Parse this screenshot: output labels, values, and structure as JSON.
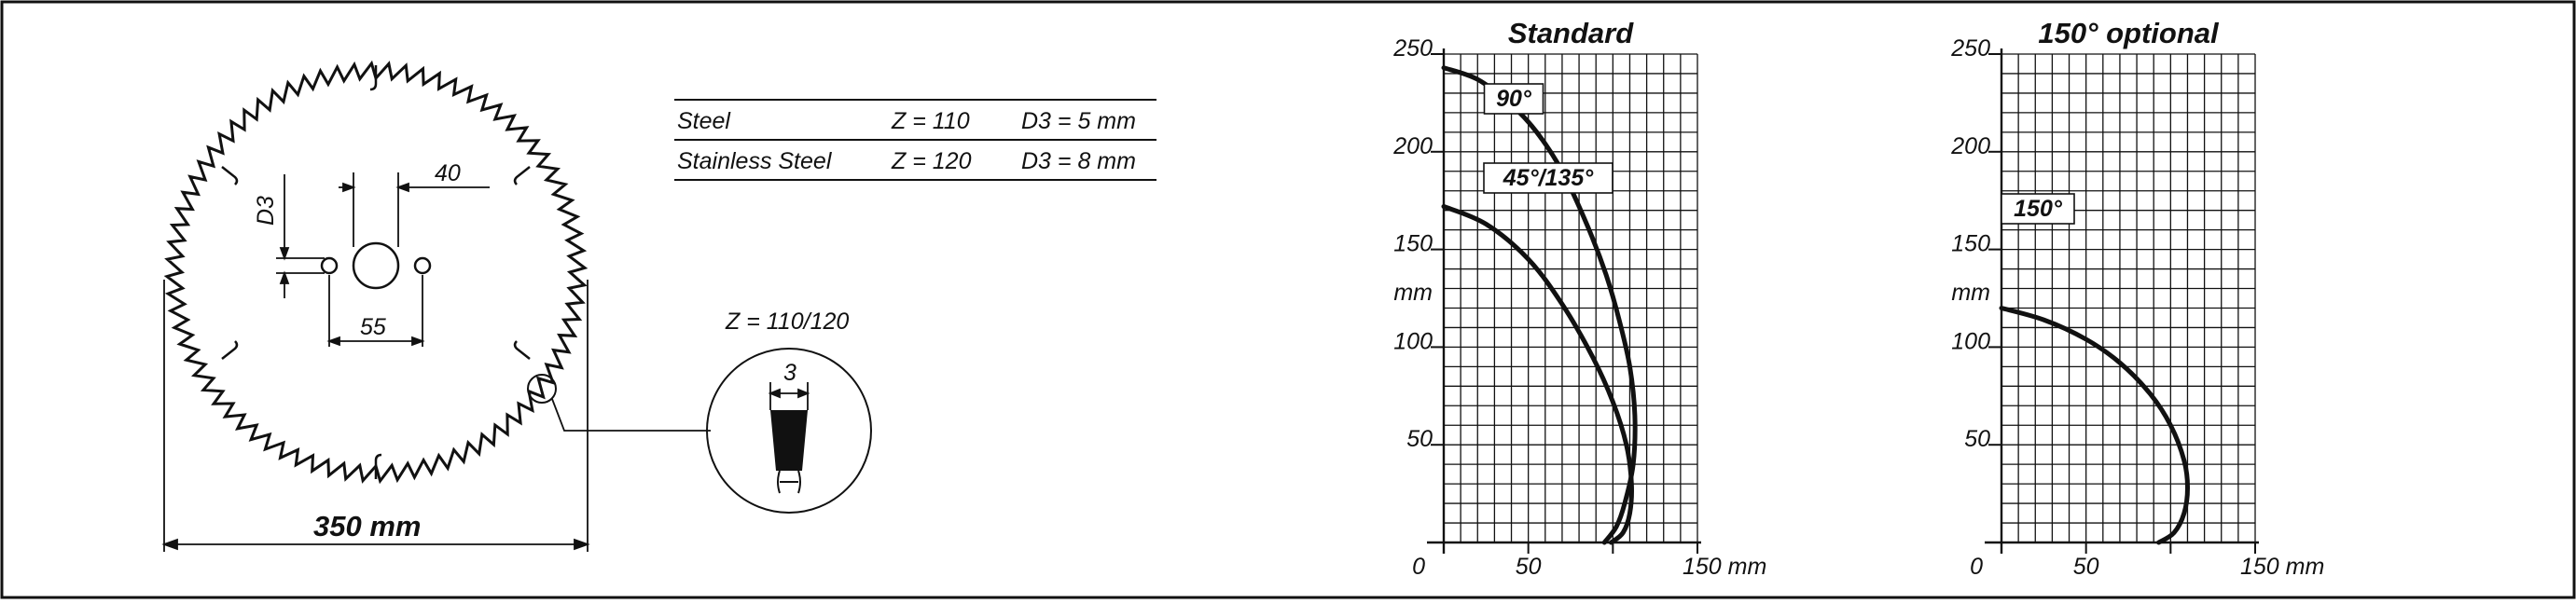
{
  "diameter_label": "350 mm",
  "bore_dimensions": {
    "height_label": "D3",
    "offset_label": "40",
    "pin_spacing_label": "55"
  },
  "tooth_detail": {
    "teeth_label": "Z = 110/120",
    "width_label": "3"
  },
  "material_table": {
    "rows": [
      {
        "material": "Steel",
        "teeth": "Z = 110",
        "d3": "D3 = 5 mm"
      },
      {
        "material": "Stainless Steel",
        "teeth": "Z = 120",
        "d3": "D3 = 8 mm"
      }
    ]
  },
  "chart_data": [
    {
      "type": "line",
      "title": "Standard",
      "xlabel": "",
      "ylabel": "mm",
      "x_unit_label": "150 mm",
      "origin_label": "0",
      "xlim": [
        0,
        150
      ],
      "ylim": [
        0,
        250
      ],
      "x_ticks": [
        "50"
      ],
      "y_ticks": [
        "50",
        "100",
        "150",
        "200",
        "250"
      ],
      "grid": true,
      "series": [
        {
          "name": "90°",
          "x": [
            0,
            20,
            40,
            55,
            70,
            85,
            96,
            104,
            110,
            113,
            112,
            107,
            102,
            95
          ],
          "y": [
            243,
            237,
            224,
            210,
            190,
            162,
            137,
            113,
            90,
            65,
            40,
            20,
            8,
            0
          ]
        },
        {
          "name": "45°/135°",
          "x": [
            0,
            25,
            50,
            70,
            88,
            100,
            108,
            111,
            110,
            106,
            99
          ],
          "y": [
            172,
            163,
            145,
            122,
            95,
            72,
            50,
            30,
            15,
            5,
            0
          ]
        }
      ]
    },
    {
      "type": "line",
      "title": "150° optional",
      "xlabel": "",
      "ylabel": "mm",
      "x_unit_label": "150 mm",
      "origin_label": "0",
      "xlim": [
        0,
        150
      ],
      "ylim": [
        0,
        250
      ],
      "x_ticks": [
        "50"
      ],
      "y_ticks": [
        "50",
        "100",
        "150",
        "200",
        "250"
      ],
      "grid": true,
      "series": [
        {
          "name": "150°",
          "x": [
            0,
            25,
            50,
            70,
            88,
            100,
            108,
            110,
            108,
            102,
            93
          ],
          "y": [
            120,
            114,
            104,
            92,
            76,
            60,
            42,
            28,
            15,
            5,
            0
          ]
        }
      ]
    }
  ]
}
